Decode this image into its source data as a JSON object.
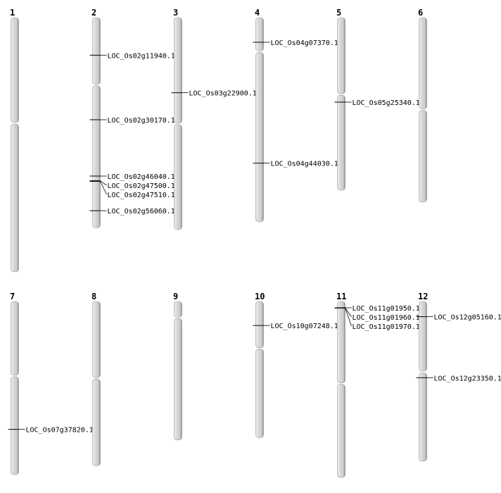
{
  "chart_data": {
    "type": "chromosome-map",
    "units": "Mb",
    "colors": {
      "chromosome_fill": "#d4d4d4",
      "chromosome_edge": "#8a8a8a",
      "marker": "#000000"
    },
    "chromosomes": [
      {
        "name": "1",
        "length": 43.3,
        "centromere": 18.0,
        "markers": []
      },
      {
        "name": "2",
        "length": 35.8,
        "centromere": 11.5,
        "markers": [
          {
            "label": "LOC_Os02g11940.1",
            "pos": 6.4
          },
          {
            "label": "LOC_Os02g30170.1",
            "pos": 17.4
          },
          {
            "label": "LOC_Os02g46040.1",
            "pos": 27.0
          },
          {
            "label": "LOC_Os02g47500.1",
            "pos": 27.8
          },
          {
            "label": "LOC_Os02g47510.1",
            "pos": 27.9
          },
          {
            "label": "LOC_Os02g56060.1",
            "pos": 32.9
          }
        ]
      },
      {
        "name": "3",
        "length": 36.1,
        "centromere": 18.1,
        "markers": [
          {
            "label": "LOC_Os03g22900.1",
            "pos": 12.8
          }
        ]
      },
      {
        "name": "4",
        "length": 34.8,
        "centromere": 5.8,
        "markers": [
          {
            "label": "LOC_Os04g07370.1",
            "pos": 4.2
          },
          {
            "label": "LOC_Os04g44030.1",
            "pos": 24.8
          }
        ]
      },
      {
        "name": "5",
        "length": 29.4,
        "centromere": 13.1,
        "markers": [
          {
            "label": "LOC_Os05g25340.1",
            "pos": 14.4
          }
        ]
      },
      {
        "name": "6",
        "length": 31.4,
        "centromere": 15.7,
        "markers": []
      },
      {
        "name": "7",
        "length": 29.5,
        "centromere": 12.7,
        "markers": [
          {
            "label": "LOC_Os07g37820.1",
            "pos": 21.8
          }
        ]
      },
      {
        "name": "8",
        "length": 28.0,
        "centromere": 13.1,
        "markers": []
      },
      {
        "name": "9",
        "length": 23.6,
        "centromere": 2.8,
        "markers": []
      },
      {
        "name": "10",
        "length": 23.2,
        "centromere": 8.0,
        "markers": [
          {
            "label": "LOC_Os10g07248.1",
            "pos": 4.1
          }
        ]
      },
      {
        "name": "11",
        "length": 30.0,
        "centromere": 14.0,
        "markers": [
          {
            "label": "LOC_Os11g01950.1",
            "pos": 1.08
          },
          {
            "label": "LOC_Os11g01960.1",
            "pos": 1.1
          },
          {
            "label": "LOC_Os11g01970.1",
            "pos": 1.12
          }
        ]
      },
      {
        "name": "12",
        "length": 27.2,
        "centromere": 12.0,
        "markers": [
          {
            "label": "LOC_Os12g05160.1",
            "pos": 2.6
          },
          {
            "label": "LOC_Os12g23350.1",
            "pos": 13.0
          }
        ]
      }
    ]
  }
}
